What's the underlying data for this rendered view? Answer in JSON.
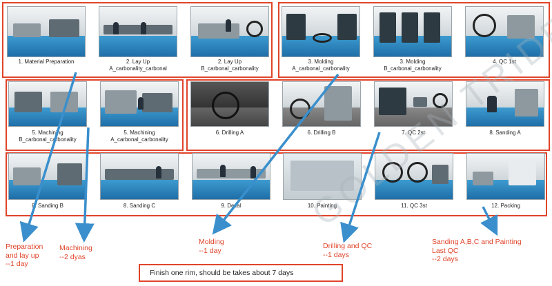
{
  "steps": [
    {
      "caption": "1. Material Preparation"
    },
    {
      "caption": "2. Lay Up\nA_carbonality_carbonal"
    },
    {
      "caption": "2. Lay Up\nB_carbonal_carbonality"
    },
    {
      "caption": "3. Molding\nA_carbonal_carbonality"
    },
    {
      "caption": "3. Molding\nB_carbonal_carbonality"
    },
    {
      "caption": "4. QC 1st"
    },
    {
      "caption": "5. Machining\nB_carbonal_carbonality"
    },
    {
      "caption": "5. Machining\nA_carbonal_carbonality"
    },
    {
      "caption": "6. Drilling A"
    },
    {
      "caption": "6. Drilling B"
    },
    {
      "caption": "7. QC 2st"
    },
    {
      "caption": "8. Sanding A"
    },
    {
      "caption": "8. Sanding B"
    },
    {
      "caption": "8. Sanding C"
    },
    {
      "caption": "9. Decal"
    },
    {
      "caption": "10. Painting"
    },
    {
      "caption": "11. QC 3st"
    },
    {
      "caption": "12. Packing"
    }
  ],
  "notes": [
    {
      "text": "Preparation\nand lay up\n--1 day"
    },
    {
      "text": "Machining\n--2 dyas"
    },
    {
      "text": "Molding\n--1 day"
    },
    {
      "text": "Drilling and QC\n--1 days"
    },
    {
      "text": "Sanding A,B,C and Painting\nLast QC\n--2 days"
    }
  ],
  "summary": "Finish one rim, should be takes about 7 days",
  "watermark": "GOLDEN TRIDER",
  "colors": {
    "frame": "#e0442a",
    "note_text": "#e0442a",
    "arrow": "#3a8fcc"
  }
}
